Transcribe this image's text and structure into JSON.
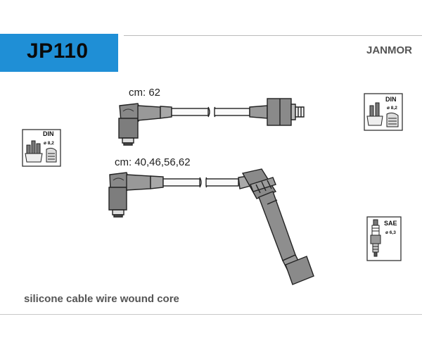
{
  "header": {
    "code": "JP110",
    "brand": "JANMOR",
    "code_color": "#1f8fd6"
  },
  "cables": [
    {
      "length_label": "cm: 62"
    },
    {
      "length_label": "cm: 40,46,56,62"
    }
  ],
  "badges": {
    "left": {
      "standard": "DIN",
      "diameter": "ø 8,2",
      "icon": "distributor-cap-icon"
    },
    "right_top": {
      "standard": "DIN",
      "diameter": "ø 8,2",
      "icon": "ignition-coil-icon"
    },
    "right_bottom": {
      "standard": "SAE",
      "diameter": "ø 6,3",
      "icon": "spark-plug-icon"
    }
  },
  "footer": {
    "description": "silicone cable wire wound core"
  }
}
